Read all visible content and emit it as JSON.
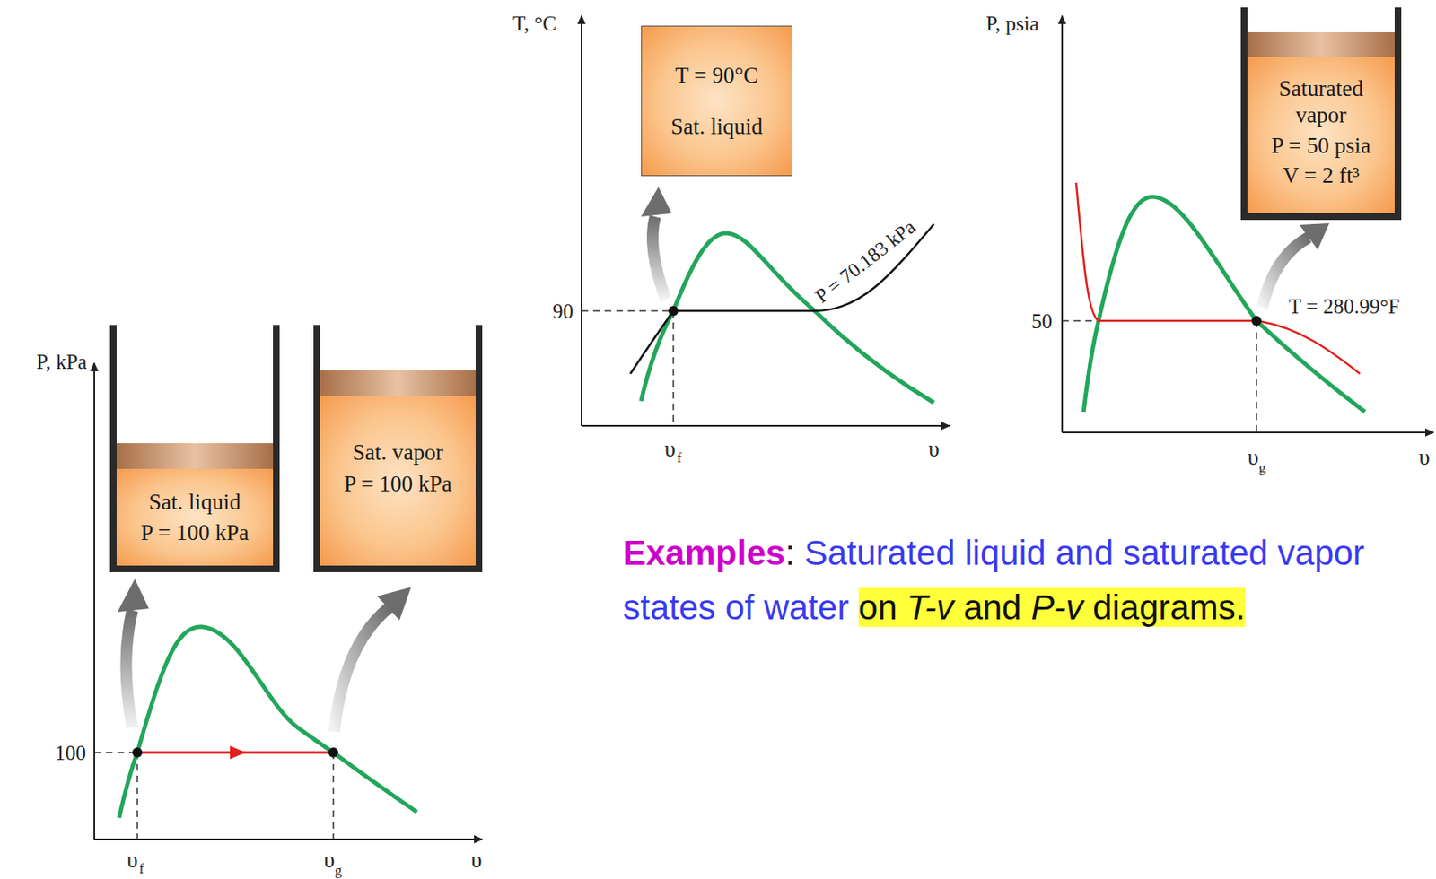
{
  "diagram": {
    "nodes": [
      {
        "text": [
          "T = 90°C",
          "Sat. liquid"
        ]
      },
      {
        "text": [
          "Saturated vapor",
          "P = 50 psia",
          "V = 2 ft³"
        ]
      },
      {
        "text": [
          "Sat. liquid",
          "P = 100 kPa"
        ]
      },
      {
        "text": [
          "Sat. vapor",
          "P = 100 kPa"
        ]
      }
    ],
    "labels": [
      "P, kPa",
      "100",
      "υ",
      "f",
      "υ",
      "g",
      "υ",
      "T, °C",
      "90",
      "P = 70.183 kPa",
      "υ",
      "f",
      "υ",
      "P, psia",
      "50",
      "T = 280.99°F",
      "υ",
      "g",
      "υ",
      "Examples",
      ":",
      "Saturated liquid and saturated vapor states of water",
      "on",
      "T-v",
      "and",
      "P-v",
      "diagrams."
    ]
  }
}
